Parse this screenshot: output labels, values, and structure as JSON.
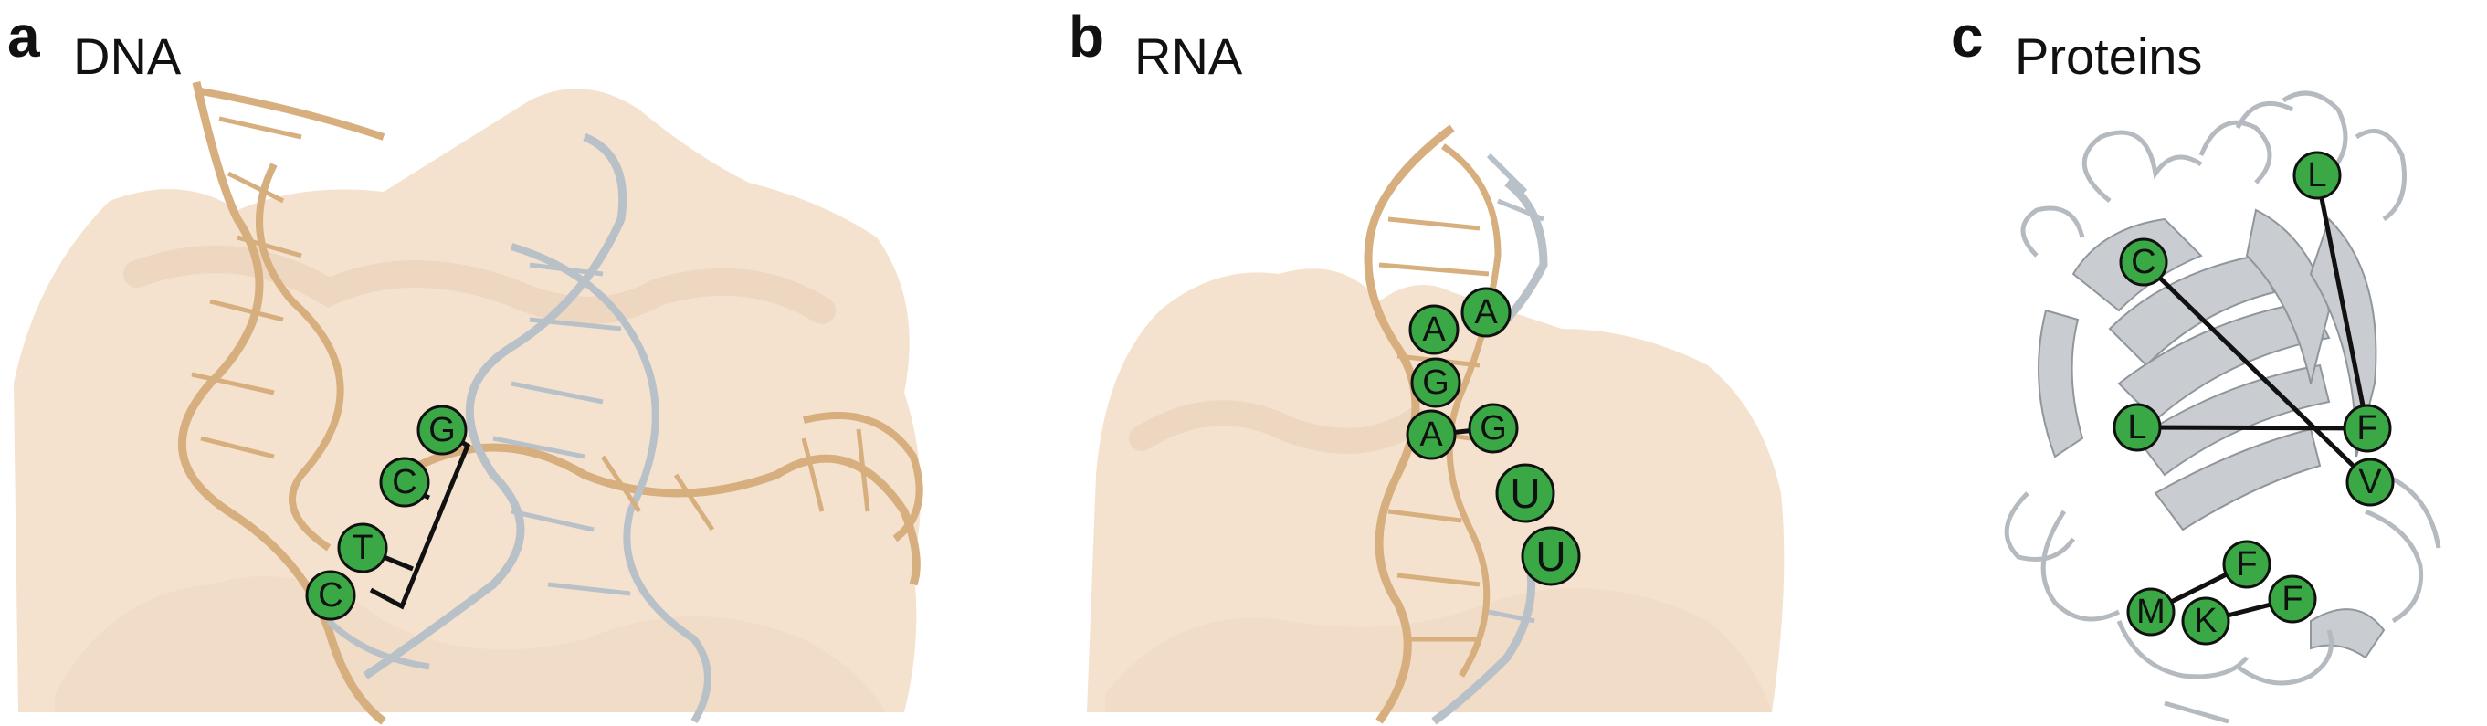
{
  "panels": [
    {
      "id": "a",
      "letter": "a",
      "title": "DNA",
      "beads": [
        "G",
        "C",
        "T",
        "C"
      ]
    },
    {
      "id": "b",
      "letter": "b",
      "title": "RNA",
      "beads": [
        "A",
        "A",
        "G",
        "A",
        "G",
        "U",
        "U"
      ]
    },
    {
      "id": "c",
      "letter": "c",
      "title": "Proteins",
      "beads": [
        "L",
        "C",
        "L",
        "F",
        "V",
        "F",
        "M",
        "K",
        "F"
      ]
    }
  ],
  "colors": {
    "bead_fill": "#3aa845",
    "protein_surface": "#f4e2cf",
    "strand_tan": "#d7ae7d",
    "strand_gray": "#b9c1c8",
    "protein_ribbon": "#c9cdd1",
    "link_line": "#111111"
  }
}
